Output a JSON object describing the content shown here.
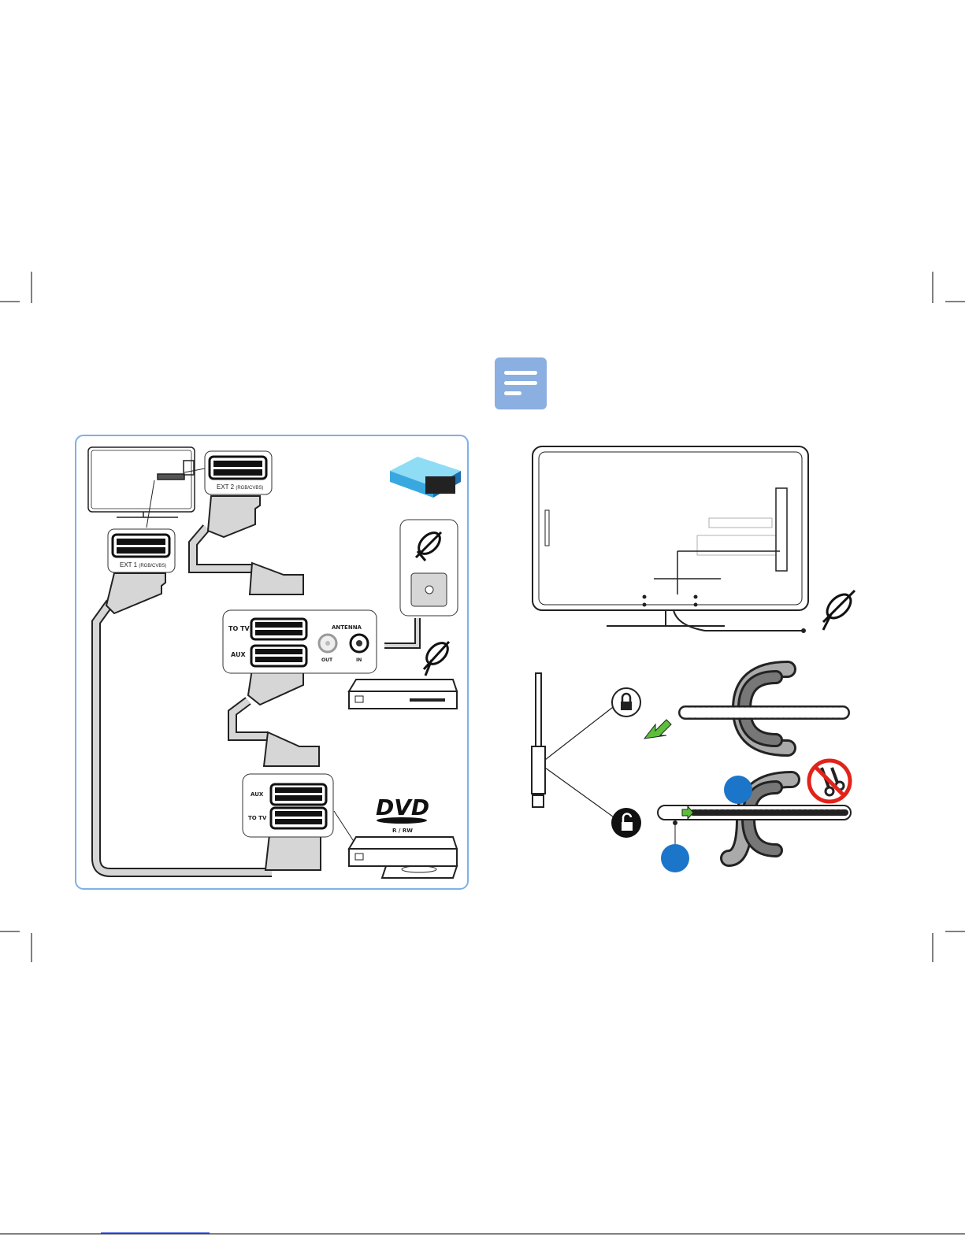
{
  "note_icon": {
    "name": "note-lines-icon",
    "color": "#8aafe0"
  },
  "connection_diagram": {
    "border_color": "#7fb0e6",
    "tv_ports": {
      "ext1": "EXT 1",
      "ext1_sub": "(RGB/CVBS)",
      "ext2": "EXT 2",
      "ext2_sub": "(RGB/CVBS)"
    },
    "receiver": {
      "to_tv": "TO TV",
      "aux": "AUX",
      "antenna": "ANTENNA",
      "out": "OUT",
      "in": "IN"
    },
    "recorder": {
      "aux": "AUX",
      "to_tv": "TO TV"
    },
    "dvd_logo": {
      "text": "DVD",
      "sub": "R / RW"
    }
  },
  "cable_clip_diagram": {
    "lock_icon": "lock-icon",
    "unlock_icon": "unlock-icon",
    "step_color": "#1b75c9",
    "arrow_color": "#5bbf3a",
    "no_scissors_color": "#e2231a"
  }
}
